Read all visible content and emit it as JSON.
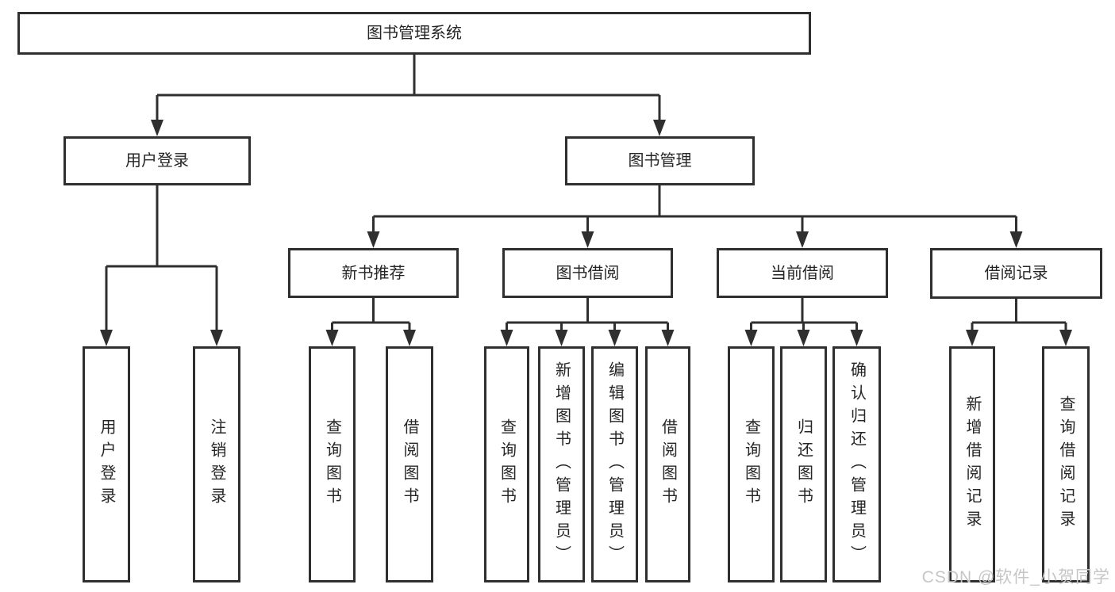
{
  "diagram": {
    "root": {
      "label": "图书管理系统"
    },
    "level2": [
      {
        "id": "user-login",
        "label": "用户登录"
      },
      {
        "id": "book-management",
        "label": "图书管理"
      }
    ],
    "level3": [
      {
        "id": "new-book-recommend",
        "label": "新书推荐"
      },
      {
        "id": "book-borrowing",
        "label": "图书借阅"
      },
      {
        "id": "current-borrowing",
        "label": "当前借阅"
      },
      {
        "id": "borrow-records",
        "label": "借阅记录"
      }
    ],
    "leaves": {
      "user_login": [
        "用户登录",
        "注销登录"
      ],
      "new_book_recommend": [
        "查询图书",
        "借阅图书"
      ],
      "book_borrowing": [
        "查询图书",
        "新增图书（管理员）",
        "编辑图书（管理员）",
        "借阅图书"
      ],
      "current_borrowing": [
        "查询图书",
        "归还图书",
        "确认归还（管理员）"
      ],
      "borrow_records": [
        "新增借阅记录",
        "查询借阅记录"
      ]
    }
  },
  "watermark": {
    "text": "CSDN @软件_小贺同学"
  },
  "colors": {
    "line": "#2f2f2f",
    "box_border": "#2f2f2f",
    "text": "#262626",
    "watermark": "#c6c6c6",
    "background": "#ffffff"
  }
}
